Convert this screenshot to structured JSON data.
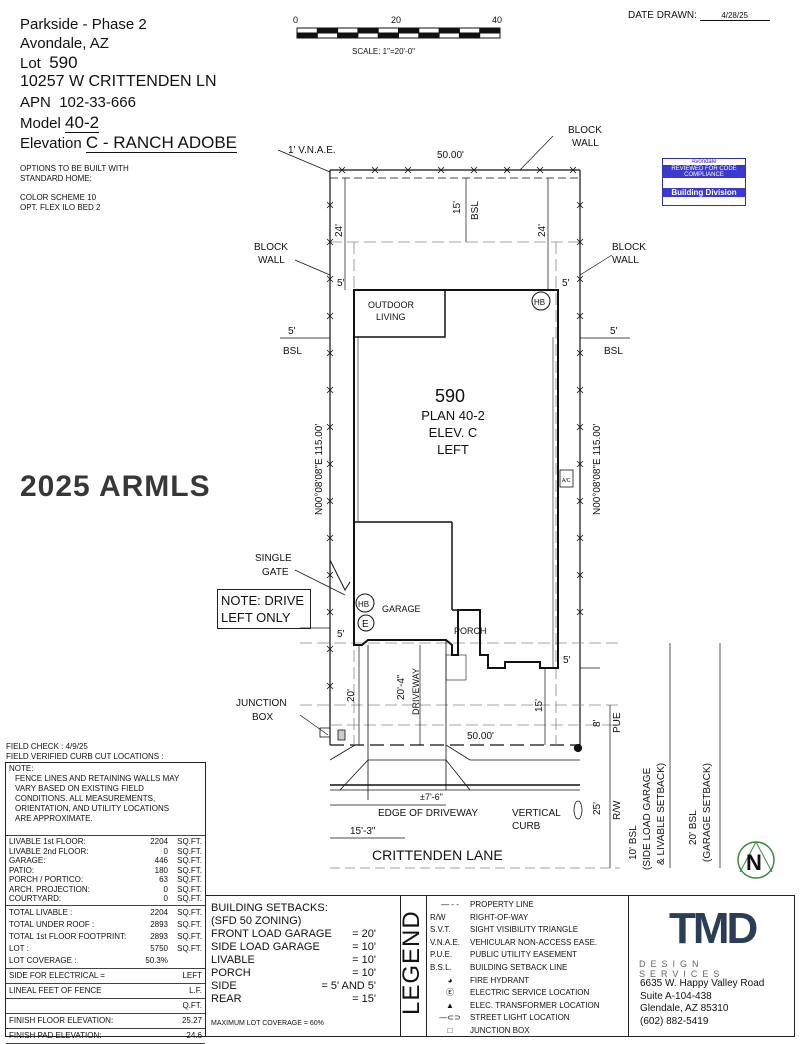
{
  "title_block": {
    "subdivision": "Parkside - Phase 2",
    "city": "Avondale, AZ",
    "lot_label": "Lot",
    "lot": "590",
    "address": "10257 W CRITTENDEN LN",
    "apn_label": "APN",
    "apn": "102-33-666",
    "model_label": "Model",
    "model": "40-2",
    "elevation_label": "Elevation",
    "elevation": "C - RANCH ADOBE",
    "options_heading": "OPTIONS TO BE BUILT WITH",
    "options_heading2": "STANDARD HOME:",
    "option_1": "COLOR SCHEME 10",
    "option_2": "OPT. FLEX ILO BED 2"
  },
  "scale_bar": {
    "ticks": [
      "0",
      "20",
      "40"
    ],
    "label": "SCALE:  1\"=20'-0\""
  },
  "date_drawn": {
    "label": "DATE DRAWN:",
    "value": "4/28/25"
  },
  "stamp": {
    "org": "Avondale",
    "line1": "REVIEWED FOR CODE",
    "line2": "COMPLIANCE",
    "division": "Building Division"
  },
  "plan": {
    "vnae": "1' V.N.A.E.",
    "rear_width": "50.00'",
    "front_width": "50.00'",
    "block_wall_top": [
      "BLOCK",
      "WALL"
    ],
    "block_wall_right": [
      "BLOCK",
      "WALL"
    ],
    "block_wall_left": [
      "BLOCK",
      "WALL"
    ],
    "rear_bsl": "15'",
    "bsl": "BSL",
    "dim_24_left": "24'",
    "dim_24_right": "24'",
    "side_5_left": "5'",
    "side_5_right": "5'",
    "left_bsl": [
      "5'",
      "BSL"
    ],
    "right_bsl": [
      "5'",
      "BSL"
    ],
    "outdoor_living": [
      "OUTDOOR",
      "LIVING"
    ],
    "hb": "HB",
    "lot_no": "590",
    "plan_label": "PLAN 40-2",
    "elev_label": "ELEV. C",
    "hand": "LEFT",
    "bearing_left": "N00°08'08\"E 115.00'",
    "bearing_right": "N00°08'08\"E 115.00'",
    "ac": "A/C",
    "single_gate": [
      "SINGLE",
      "GATE"
    ],
    "note_drive": [
      "NOTE: DRIVE",
      "LEFT ONLY"
    ],
    "garage": "GARAGE",
    "e": "E",
    "porch": "PORCH",
    "garage_side_5": "5'",
    "front_side_5": "5'",
    "dim_20": "20'",
    "dim_20_4": "20'-4\"",
    "driveway": "DRIVEWAY",
    "dim_15": "15'",
    "junction_box": [
      "JUNCTION",
      "BOX"
    ],
    "pue": "PUE",
    "dim_8": "8'",
    "dim_7_6": "±7'-6\"",
    "edge_of_driveway": "EDGE OF DRIVEWAY",
    "vertical_curb": [
      "VERTICAL",
      "CURB"
    ],
    "dim_15_3": "15'-3\"",
    "dim_25": "25'",
    "rw": "R/W",
    "side_load_bsl": [
      "10' BSL",
      "(SIDE LOAD GARAGE",
      "& LIVABLE SETBACK)"
    ],
    "garage_bsl": [
      "20' BSL",
      "(GARAGE SETBACK)"
    ],
    "street": "CRITTENDEN LANE",
    "north": "N"
  },
  "field_check": {
    "line1": "FIELD CHECK : 4/9/25",
    "line2": "FIELD VERIFIED CURB CUT LOCATIONS :",
    "note": [
      "NOTE:",
      "FENCE LINES AND RETAINING WALLS MAY",
      "VARY BASED ON EXISTING FIELD",
      "CONDITIONS.  ALL MEASUREMENTS,",
      "ORIENTATION, AND UTILITY LOCATIONS",
      "ARE APPROXIMATE."
    ]
  },
  "areas": [
    {
      "label": "LIVABLE 1st FLOOR:",
      "value": "2204",
      "unit": "SQ.FT."
    },
    {
      "label": "LIVABLE 2nd FLOOR:",
      "value": "0",
      "unit": "SQ.FT."
    },
    {
      "label": "GARAGE:",
      "value": "446",
      "unit": "SQ.FT."
    },
    {
      "label": "PATIO:",
      "value": "180",
      "unit": "SQ.FT."
    },
    {
      "label": "PORCH / PORTICO:",
      "value": "63",
      "unit": "SQ.FT."
    },
    {
      "label": "ARCH. PROJECTION:",
      "value": "0",
      "unit": "SQ.FT."
    },
    {
      "label": "COURTYARD:",
      "value": "0",
      "unit": "SQ.FT."
    }
  ],
  "totals": [
    {
      "label": "TOTAL LIVABLE :",
      "value": "2204",
      "unit": "SQ.FT."
    },
    {
      "label": "TOTAL UNDER ROOF :",
      "value": "2893",
      "unit": "SQ.FT."
    },
    {
      "label": "TOTAL 1st FLOOR FOOTPRINT:",
      "value": "2893",
      "unit": "SQ.FT."
    },
    {
      "label": "LOT :",
      "value": "5750",
      "unit": "SQ.FT."
    },
    {
      "label": "LOT COVERAGE :",
      "value": "50.3%",
      "unit": ""
    }
  ],
  "electrical": {
    "label": "SIDE FOR ELECTRICAL =",
    "value": "LEFT"
  },
  "obscured": [
    {
      "label": "LINEAL FEET OF FENCE",
      "value": "L.F."
    },
    {
      "label": "",
      "value": "Q.FT."
    }
  ],
  "elevations": [
    {
      "label": "FINISH FLOOR ELEVATION:",
      "value": "25.27"
    },
    {
      "label": "FINISH PAD ELEVATION:",
      "value": "24.6"
    }
  ],
  "watermark": "2025 ARMLS",
  "setbacks": {
    "title": "BUILDING SETBACKS:",
    "zoning": "(SFD 50 ZONING)",
    "items": [
      {
        "label": "FRONT LOAD GARAGE",
        "value": "= 20'"
      },
      {
        "label": "SIDE LOAD GARAGE",
        "value": "= 10'"
      },
      {
        "label": "LIVABLE",
        "value": "= 10'"
      },
      {
        "label": "PORCH",
        "value": "= 10'"
      },
      {
        "label": "SIDE",
        "value": "= 5' AND 5'"
      },
      {
        "label": "REAR",
        "value": "= 15'"
      }
    ],
    "max_coverage": "MAXIMUM LOT COVERAGE = 60%"
  },
  "legend": {
    "title": "LEGEND",
    "items": [
      {
        "abbr": "",
        "icon": "property-line-icon",
        "text": "PROPERTY LINE"
      },
      {
        "abbr": "R/W",
        "icon": "",
        "text": "RIGHT-OF-WAY"
      },
      {
        "abbr": "S.V.T.",
        "icon": "",
        "text": "SIGHT VISIBILITY TRIANGLE"
      },
      {
        "abbr": "V.N.A.E.",
        "icon": "",
        "text": "VEHICULAR NON-ACCESS EASE."
      },
      {
        "abbr": "P.U.E.",
        "icon": "",
        "text": "PUBLIC UTILITY EASEMENT"
      },
      {
        "abbr": "B.S.L.",
        "icon": "",
        "text": "BUILDING SETBACK LINE"
      },
      {
        "abbr": "",
        "icon": "fire-hydrant-icon",
        "text": "FIRE HYDRANT"
      },
      {
        "abbr": "",
        "icon": "electric-service-icon",
        "text": "ELECTRIC SERVICE LOCATION"
      },
      {
        "abbr": "",
        "icon": "transformer-icon",
        "text": "ELEC. TRANSFORMER LOCATION"
      },
      {
        "abbr": "",
        "icon": "street-light-icon",
        "text": "STREET LIGHT LOCATION"
      },
      {
        "abbr": "",
        "icon": "junction-box-icon",
        "text": "JUNCTION BOX"
      }
    ]
  },
  "company": {
    "logo": "TMD",
    "tagline": "DESIGN SERVICES",
    "address1": "6635 W. Happy Valley Road",
    "address2": "Suite A-104-438",
    "address3": "Glendale, AZ 85310",
    "phone": "(602) 882-5419",
    "logo_color": "#2c3e57"
  }
}
